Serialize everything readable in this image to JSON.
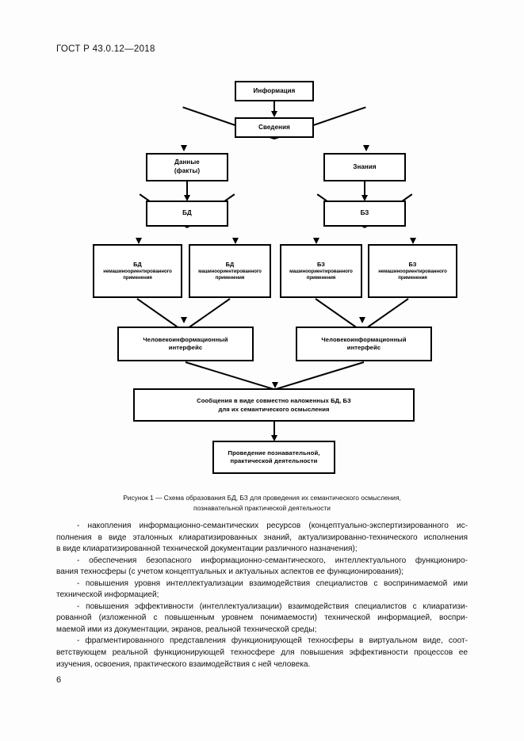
{
  "document": {
    "standard_header": "ГОСТ Р 43.0.12—2018",
    "page_number": "6"
  },
  "figure": {
    "caption_line1": "Рисунок 1 — Схема образования БД, БЗ для проведения их семантического осмысления,",
    "caption_line2": "познавательной практической деятельности",
    "nodes": {
      "information": "Информация",
      "data_info": "Сведения",
      "data_facts_line1": "Данные",
      "data_facts_line2": "(факты)",
      "knowledge": "Знания",
      "db": "БД",
      "kb": "БЗ",
      "db_nonmachine_title": "БД",
      "db_nonmachine_sub1": "немашиноориентированного",
      "db_nonmachine_sub2": "применения",
      "db_machine_title": "БД",
      "db_machine_sub1": "машиноориентированного",
      "db_machine_sub2": "применения",
      "kb_machine_title": "БЗ",
      "kb_machine_sub1": "машиноориентированного",
      "kb_machine_sub2": "применения",
      "kb_nonmachine_title": "БЗ",
      "kb_nonmachine_sub1": "немашиноориентированного",
      "kb_nonmachine_sub2": "применения",
      "interface_left_line1": "Человекоинформационный",
      "interface_left_line2": "интерфейс",
      "interface_right_line1": "Человекоинформационный",
      "interface_right_line2": "интерфейс",
      "messages_line1": "Сообщения в виде совместно наложенных БД, БЗ",
      "messages_line2": "для их семантического осмысления",
      "activity_line1": "Проведение познавательной,",
      "activity_line2": "практической деятельности"
    }
  },
  "body": {
    "p1": {
      "l1": "- накопления информационно-семантических ресурсов (концептуально-экспертизированного ис-",
      "l2": "полнения в виде эталонных клиаратизированных знаний, актуализированно-технического исполнения",
      "l3": "в виде клиаратизированной технической документации различного назначения);"
    },
    "p2": {
      "l1": "- обеспечения безопасного информационно-семантического, интеллектуального функциониро-",
      "l2": "вания техносферы (с учетом концептуальных и актуальных аспектов ее функционирования);"
    },
    "p3": {
      "l1": "- повышения уровня интеллектуализации взаимодействия специалистов с воспринимаемой ими",
      "l2": "технической информацией;"
    },
    "p4": {
      "l1": "- повышения эффективности (интеллектуализации) взаимодействия специалистов с клиаратизи-",
      "l2": "рованной (изложенной с повышенным уровнем понимаемости) технической информацией, воспри-",
      "l3": "маемой ими из документации, экранов, реальной технической среды;"
    },
    "p5": {
      "l1": "- фрагментированного представления функционирующей техносферы в виртуальном виде, соот-",
      "l2": "ветствующем реальной функционирующей техносфере для повышения эффективности процессов ее",
      "l3": "изучения, освоения, практического взаимодействия с ней человека."
    }
  }
}
